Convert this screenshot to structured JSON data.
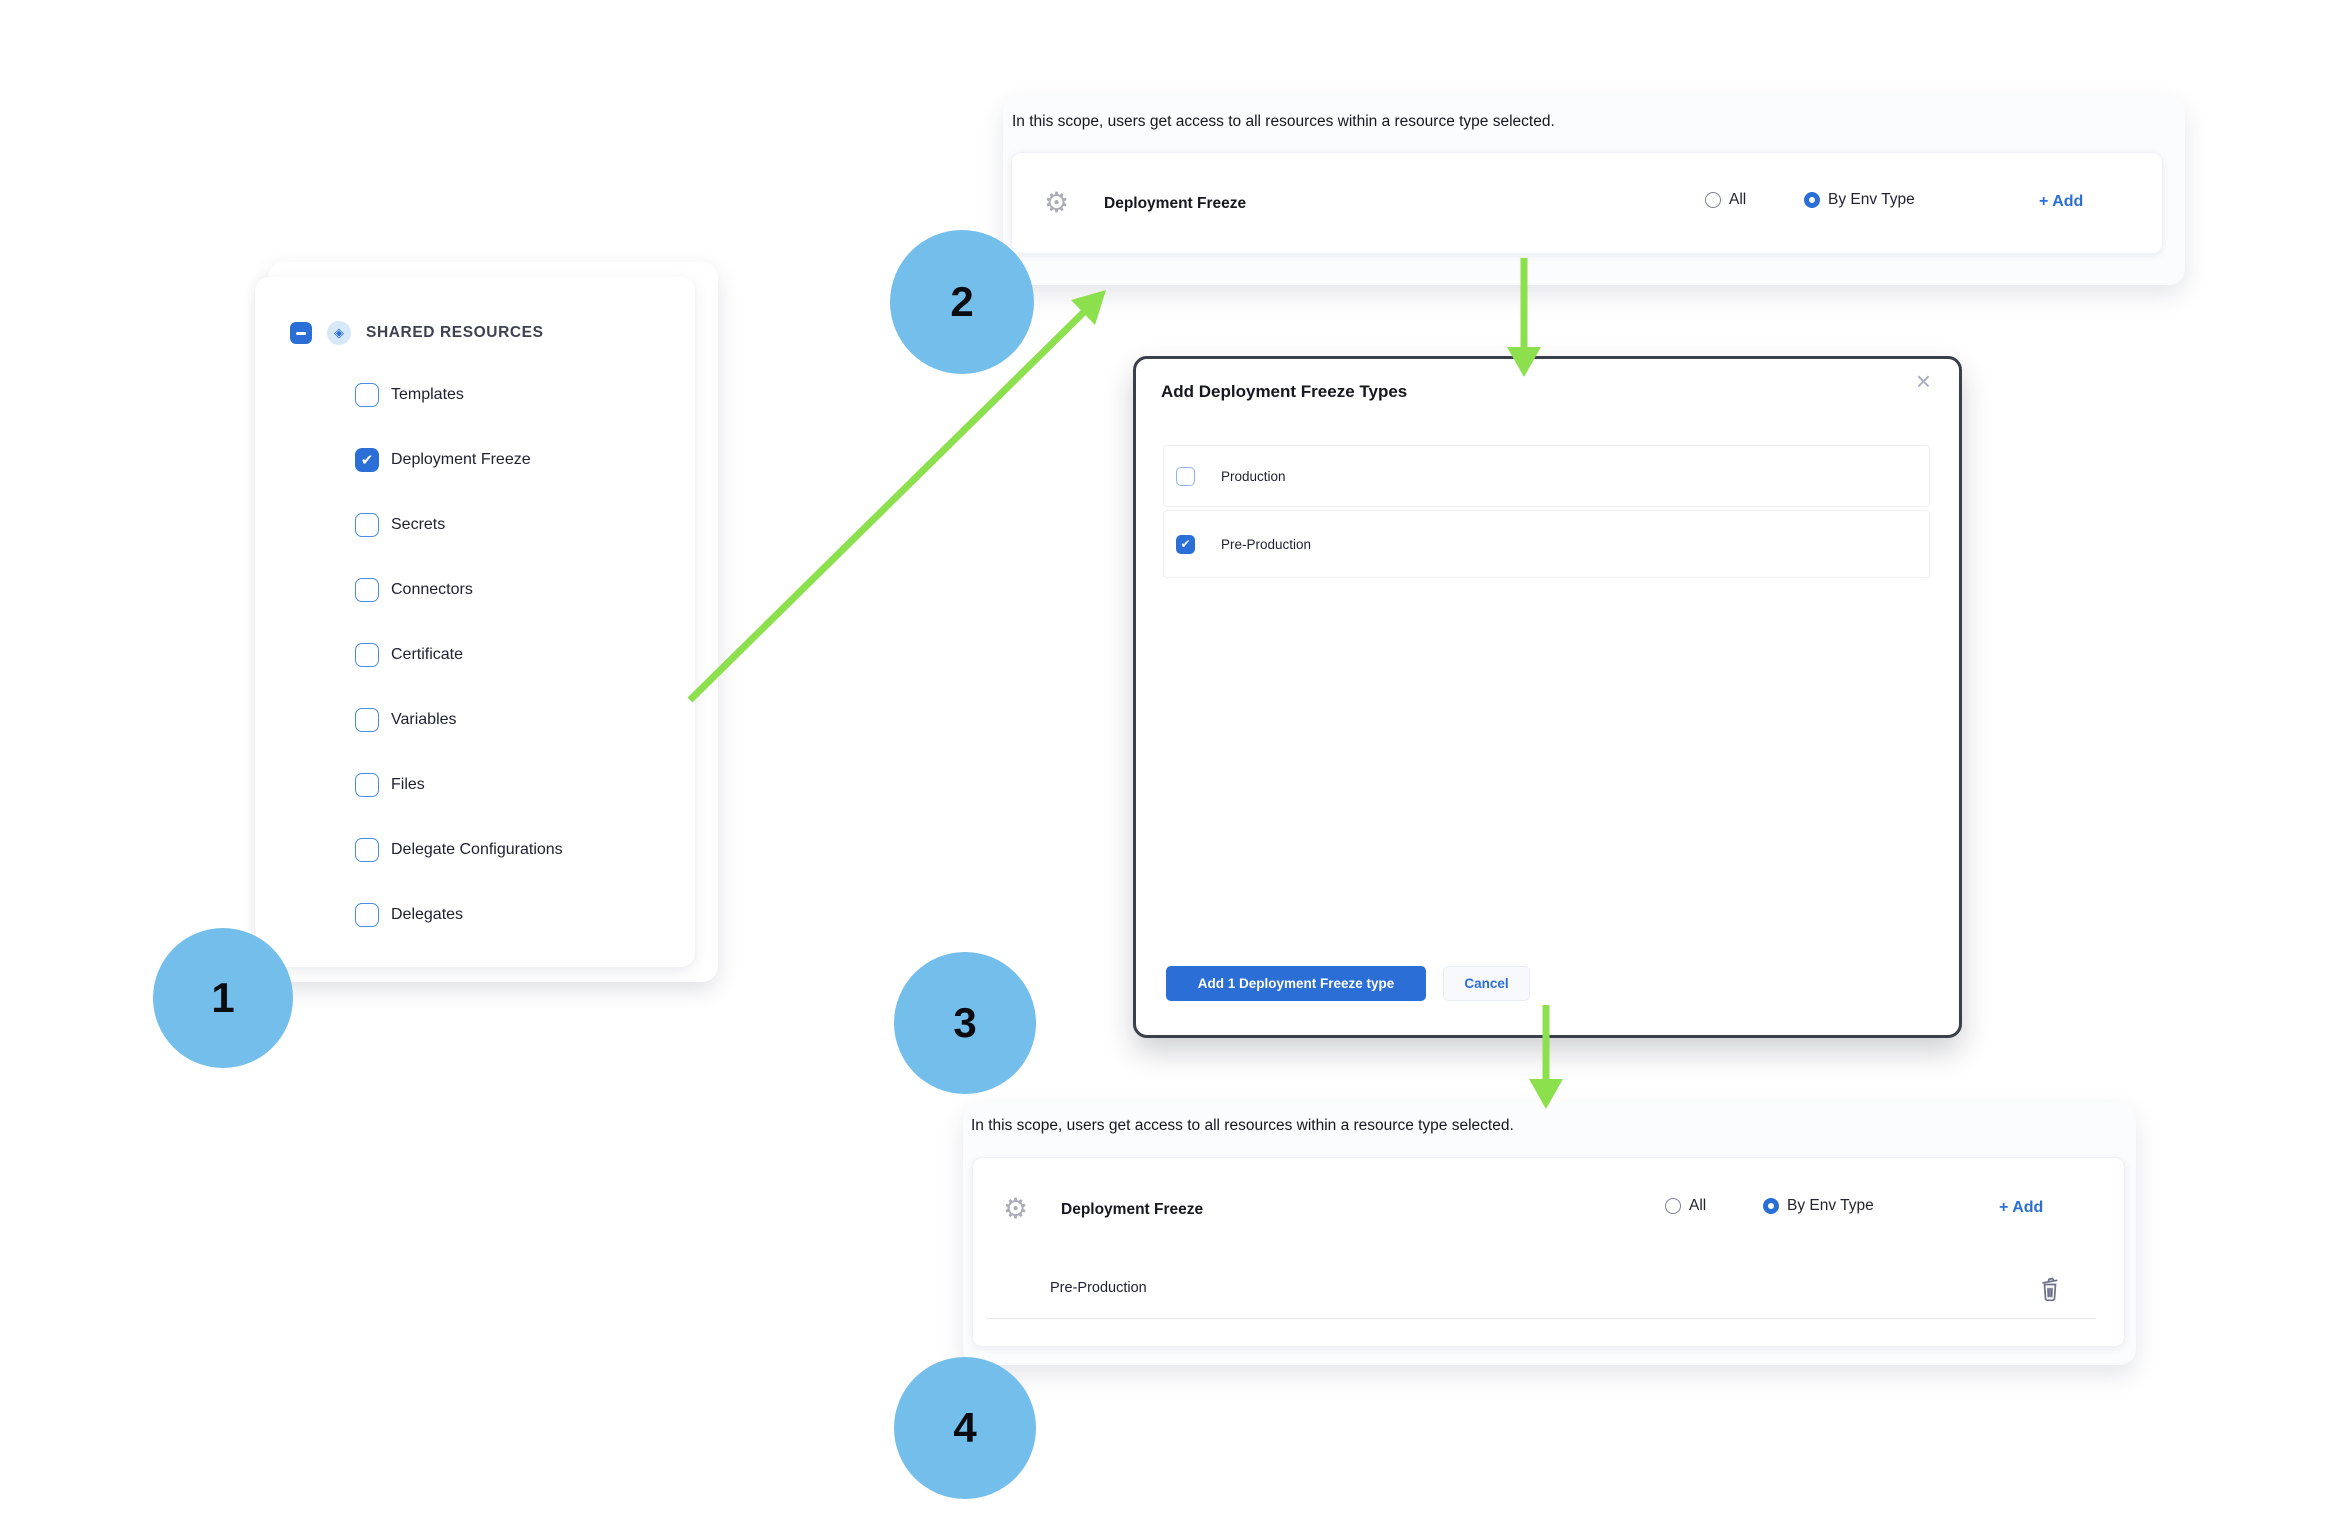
{
  "colors": {
    "primary_blue": "#2B6FD6",
    "arrow_green": "#8CE04E",
    "step_circle_blue": "#73BEEB",
    "modal_border": "#3A3F4B"
  },
  "steps": [
    {
      "label": "1"
    },
    {
      "label": "2"
    },
    {
      "label": "3"
    },
    {
      "label": "4"
    }
  ],
  "resource_tree": {
    "header": "SHARED RESOURCES",
    "collapse_glyph": "–",
    "items": [
      {
        "label": "Templates",
        "checked": false
      },
      {
        "label": "Deployment Freeze",
        "checked": true
      },
      {
        "label": "Secrets",
        "checked": false
      },
      {
        "label": "Connectors",
        "checked": false
      },
      {
        "label": "Certificate",
        "checked": false
      },
      {
        "label": "Variables",
        "checked": false
      },
      {
        "label": "Files",
        "checked": false
      },
      {
        "label": "Delegate Configurations",
        "checked": false
      },
      {
        "label": "Delegates",
        "checked": false
      }
    ]
  },
  "scope_panel_top": {
    "note": "In this scope, users get access to all resources within a resource type selected.",
    "resource_label": "Deployment Freeze",
    "option_all": "All",
    "option_by_env": "By Env Type",
    "all_selected": false,
    "by_env_selected": true,
    "add_label": "+ Add"
  },
  "modal": {
    "title": "Add Deployment Freeze Types",
    "close_label": "×",
    "options": [
      {
        "label": "Production",
        "checked": false
      },
      {
        "label": "Pre-Production",
        "checked": true
      }
    ],
    "primary_label": "Add 1 Deployment Freeze type",
    "cancel_label": "Cancel"
  },
  "scope_panel_bottom": {
    "note": "In this scope, users get access to all resources within a resource type selected.",
    "resource_label": "Deployment Freeze",
    "option_all": "All",
    "option_by_env": "By Env Type",
    "all_selected": false,
    "by_env_selected": true,
    "add_label": "+ Add",
    "selected_type": "Pre-Production"
  },
  "check_glyph": "✔",
  "diamond_glyph": "◈",
  "gear_glyph": "⚙"
}
